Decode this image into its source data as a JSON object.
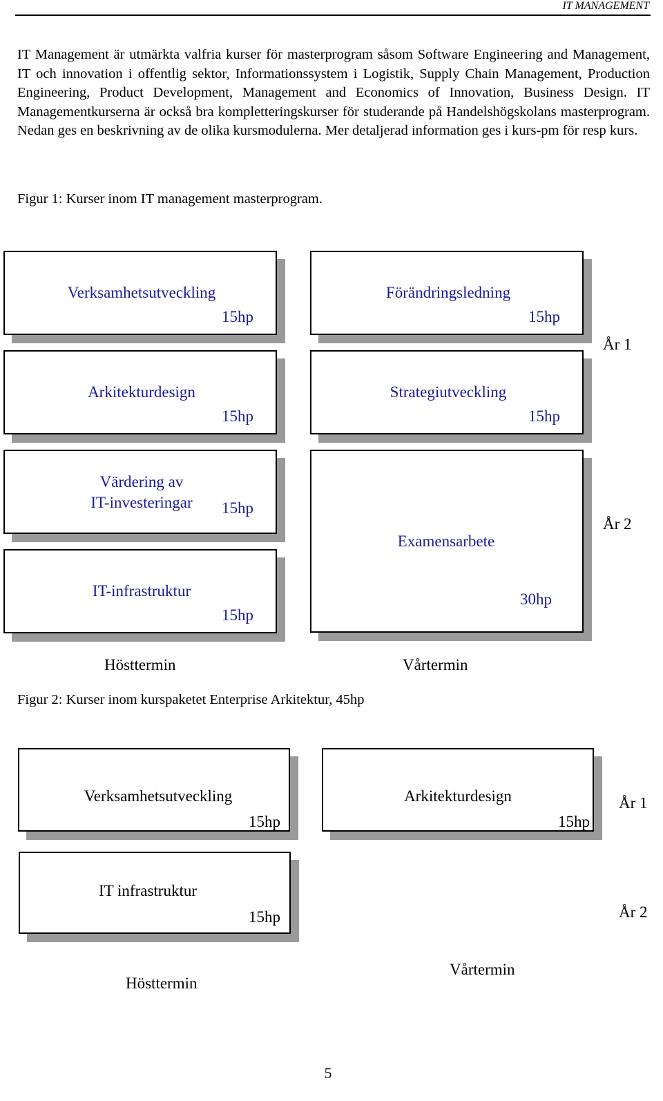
{
  "header": {
    "running_title": "IT MANAGEMENT"
  },
  "intro": "IT Management är utmärkta valfria kurser för masterprogram såsom Software Engineering and Management, IT och innovation i offentlig sektor, Informationssystem i Logistik, Supply Chain Management, Production Engineering, Product Development, Management and Economics of Innovation, Business Design. IT Managementkurserna är också bra kompletteringskurser för studerande på Handelshögskolans masterprogram. Nedan ges en beskrivning av de olika kursmodulerna. Mer detaljerad information ges i kurs-pm för resp kurs.",
  "figure1": {
    "caption": "Figur 1: Kurser inom IT management masterprogram.",
    "courses": [
      {
        "name": "Verksamhetsutveckling",
        "credits": "15hp"
      },
      {
        "name": "Förändringsledning",
        "credits": "15hp"
      },
      {
        "name": "Arkitekturdesign",
        "credits": "15hp"
      },
      {
        "name": "Strategiutveckling",
        "credits": "15hp"
      },
      {
        "name_line1": "Värdering av",
        "name_line2": "IT-investeringar",
        "credits": "15hp"
      },
      {
        "name": "Examensarbete",
        "credits": "30hp"
      },
      {
        "name": "IT-infrastruktur",
        "credits": "15hp"
      }
    ],
    "year1": "År 1",
    "year2": "År 2",
    "autumn": "Hösttermin",
    "spring": "Vårtermin"
  },
  "figure2": {
    "caption": "Figur 2: Kurser inom kurspaketet Enterprise Arkitektur, 45hp",
    "courses": [
      {
        "name": "Verksamhetsutveckling",
        "credits": "15hp"
      },
      {
        "name": "Arkitekturdesign",
        "credits": "15hp"
      },
      {
        "name": "IT infrastruktur",
        "credits": "15hp"
      }
    ],
    "year1": "År 1",
    "year2": "År 2",
    "autumn": "Hösttermin",
    "spring": "Vårtermin"
  },
  "footer": {
    "page_number": "5"
  }
}
